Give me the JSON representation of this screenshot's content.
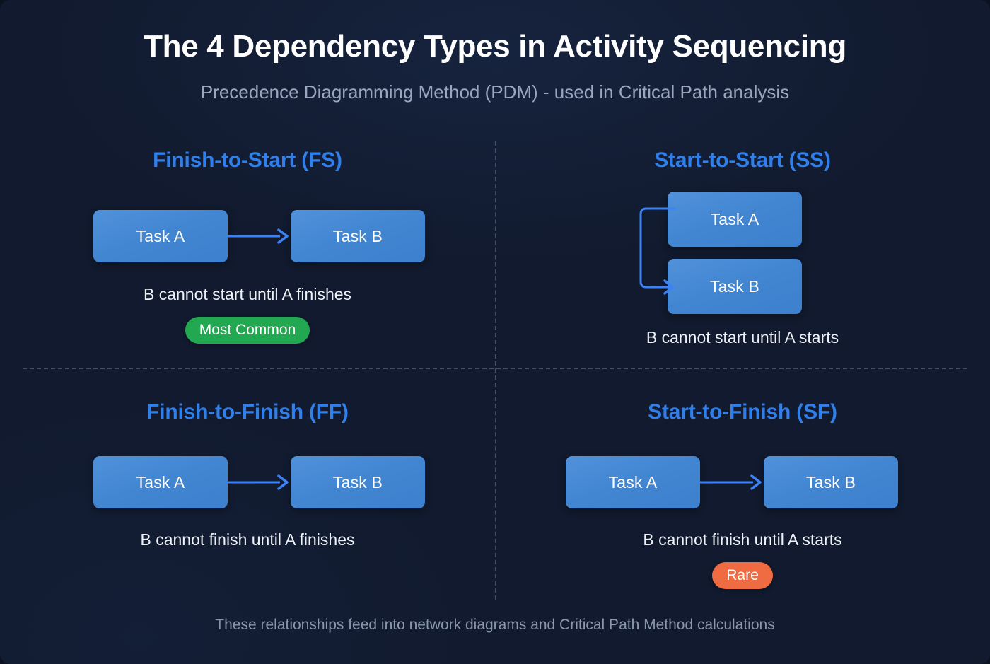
{
  "header": {
    "title": "The 4 Dependency Types in Activity Sequencing",
    "subtitle": "Precedence Diagramming Method (PDM) - used in Critical Path analysis"
  },
  "colors": {
    "background": "#111a2e",
    "heading_blue": "#2f80ed",
    "task_box_blue": "#4286d2",
    "arrow_blue": "#3b82f6",
    "badge_green": "#22a850",
    "badge_orange": "#ef6b42",
    "divider": "#44506b",
    "title_text": "#ffffff",
    "subtitle_text": "#9aa6bd",
    "footer_text": "#8b97ae"
  },
  "quadrants": {
    "fs": {
      "heading": "Finish-to-Start (FS)",
      "task_a": "Task A",
      "task_b": "Task B",
      "description": "B cannot start until A finishes",
      "badge": "Most Common",
      "connector": "straight-arrow-right"
    },
    "ss": {
      "heading": "Start-to-Start (SS)",
      "task_a": "Task A",
      "task_b": "Task B",
      "description": "B cannot start until A starts",
      "badge": null,
      "connector": "bracket-arrow-down-left"
    },
    "ff": {
      "heading": "Finish-to-Finish (FF)",
      "task_a": "Task A",
      "task_b": "Task B",
      "description": "B cannot finish until A finishes",
      "badge": null,
      "connector": "straight-arrow-right"
    },
    "sf": {
      "heading": "Start-to-Finish (SF)",
      "task_a": "Task A",
      "task_b": "Task B",
      "description": "B cannot finish until A starts",
      "badge": "Rare",
      "connector": "straight-arrow-right"
    }
  },
  "footer": {
    "note": "These relationships feed into network diagrams and Critical Path Method calculations"
  }
}
